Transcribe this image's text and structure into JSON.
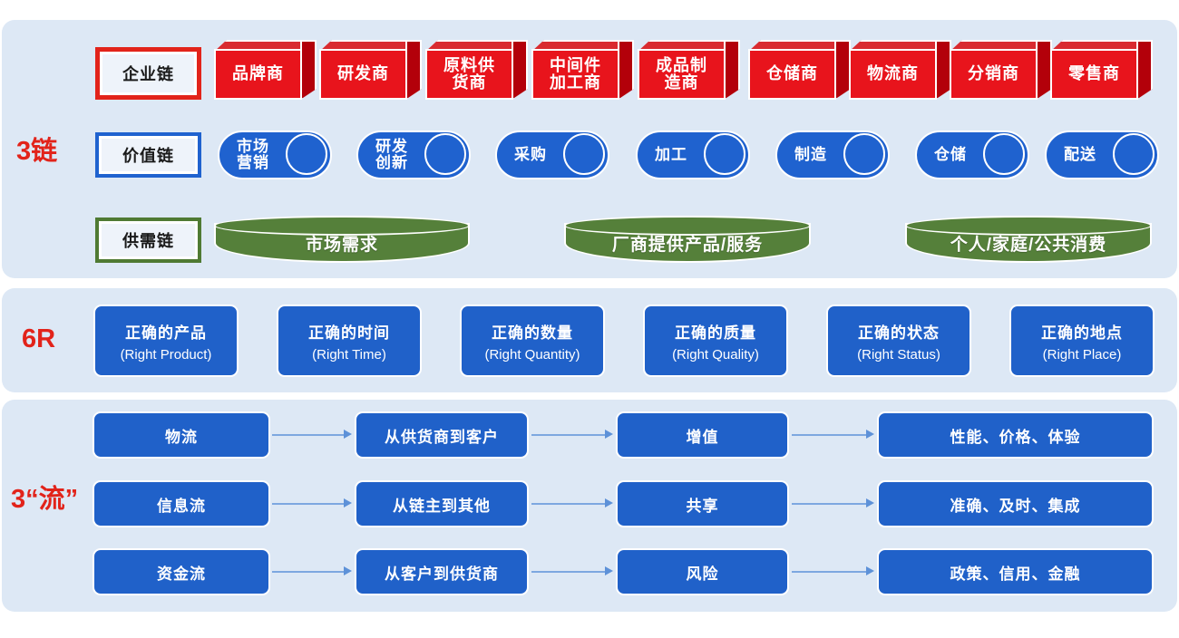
{
  "colors": {
    "panel_bg": "#dde8f5",
    "red": "#e8141c",
    "red_dark": "#b3000a",
    "red_top": "#d92b30",
    "blue": "#2061c9",
    "green": "#55803a",
    "label_red": "#e2231a",
    "arrow": "#7da7e0"
  },
  "sections": {
    "chains": {
      "label": "3链",
      "enterprise_chain": {
        "key": "企业链",
        "nodes": [
          "品牌商",
          "研发商",
          "原料供\n货商",
          "中间件\n加工商",
          "成品制\n造商",
          "仓储商",
          "物流商",
          "分销商",
          "零售商"
        ]
      },
      "value_chain": {
        "key": "价值链",
        "nodes": [
          "市场\n营销",
          "研发\n创新",
          "采购",
          "加工",
          "制造",
          "仓储",
          "配送"
        ]
      },
      "supply_demand_chain": {
        "key": "供需链",
        "nodes": [
          "市场需求",
          "厂商提供产品/服务",
          "个人/家庭/公共消费"
        ]
      }
    },
    "six_r": {
      "label": "6R",
      "cards": [
        {
          "cn": "正确的产品",
          "en": "(Right Product)"
        },
        {
          "cn": "正确的时间",
          "en": "(Right Time)"
        },
        {
          "cn": "正确的数量",
          "en": "(Right Quantity)"
        },
        {
          "cn": "正确的质量",
          "en": "(Right Quality)"
        },
        {
          "cn": "正确的状态",
          "en": "(Right Status)"
        },
        {
          "cn": "正确的地点",
          "en": "(Right Place)"
        }
      ]
    },
    "three_flows": {
      "label": "3“流”",
      "rows": [
        {
          "name": "物流",
          "direction": "从供货商到客户",
          "focus": "增值",
          "attributes": "性能、价格、体验"
        },
        {
          "name": "信息流",
          "direction": "从链主到其他",
          "focus": "共享",
          "attributes": "准确、及时、集成"
        },
        {
          "name": "资金流",
          "direction": "从客户到供货商",
          "focus": "风险",
          "attributes": "政策、信用、金融"
        }
      ]
    }
  }
}
